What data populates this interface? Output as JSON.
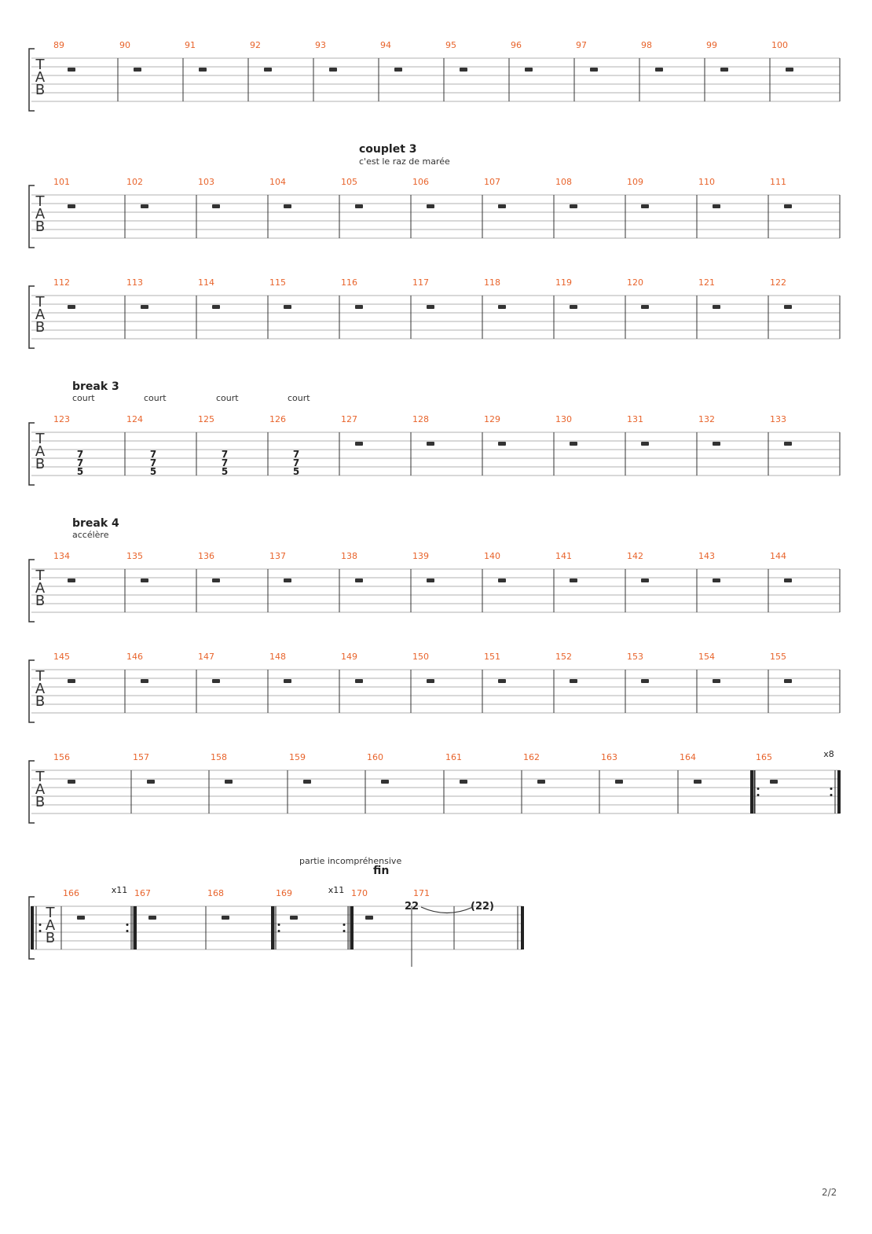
{
  "page_number": "2/2",
  "sections": [
    {
      "title": "couplet 3",
      "subtitle": "c'est le raz de marée"
    },
    {
      "title": "break 3",
      "subtitle": ""
    },
    {
      "title": "break 4",
      "subtitle": "accélère"
    },
    {
      "title": "fin",
      "subtitle": "partie incompréhensive"
    }
  ],
  "annotations": {
    "break3_texts": [
      "court",
      "court",
      "court",
      "court"
    ]
  },
  "repeats": {
    "m165": "x8",
    "m166": "x11",
    "m169": "x11"
  },
  "tab_label": [
    "T",
    "A",
    "B"
  ],
  "colors": {
    "measure_number": "#e8642c",
    "staff_line": "#999999",
    "bar_line": "#333333",
    "rest": "#333333"
  },
  "systems": [
    {
      "measures": [
        {
          "number": "89",
          "content": "rest"
        },
        {
          "number": "90",
          "content": "rest"
        },
        {
          "number": "91",
          "content": "rest"
        },
        {
          "number": "92",
          "content": "rest"
        },
        {
          "number": "93",
          "content": "rest"
        },
        {
          "number": "94",
          "content": "rest"
        },
        {
          "number": "95",
          "content": "rest"
        },
        {
          "number": "96",
          "content": "rest"
        },
        {
          "number": "97",
          "content": "rest"
        },
        {
          "number": "98",
          "content": "rest"
        },
        {
          "number": "99",
          "content": "rest"
        },
        {
          "number": "100",
          "content": "rest"
        }
      ]
    },
    {
      "measures": [
        {
          "number": "101",
          "content": "rest"
        },
        {
          "number": "102",
          "content": "rest"
        },
        {
          "number": "103",
          "content": "rest"
        },
        {
          "number": "104",
          "content": "rest"
        },
        {
          "number": "105",
          "content": "rest"
        },
        {
          "number": "106",
          "content": "rest"
        },
        {
          "number": "107",
          "content": "rest"
        },
        {
          "number": "108",
          "content": "rest"
        },
        {
          "number": "109",
          "content": "rest"
        },
        {
          "number": "110",
          "content": "rest"
        },
        {
          "number": "111",
          "content": "rest"
        }
      ]
    },
    {
      "measures": [
        {
          "number": "112",
          "content": "rest"
        },
        {
          "number": "113",
          "content": "rest"
        },
        {
          "number": "114",
          "content": "rest"
        },
        {
          "number": "115",
          "content": "rest"
        },
        {
          "number": "116",
          "content": "rest"
        },
        {
          "number": "117",
          "content": "rest"
        },
        {
          "number": "118",
          "content": "rest"
        },
        {
          "number": "119",
          "content": "rest"
        },
        {
          "number": "120",
          "content": "rest"
        },
        {
          "number": "121",
          "content": "rest"
        },
        {
          "number": "122",
          "content": "rest"
        }
      ]
    },
    {
      "measures": [
        {
          "number": "123",
          "content": "chord",
          "frets": [
            "7",
            "7",
            "5"
          ]
        },
        {
          "number": "124",
          "content": "chord",
          "frets": [
            "7",
            "7",
            "5"
          ]
        },
        {
          "number": "125",
          "content": "chord",
          "frets": [
            "7",
            "7",
            "5"
          ]
        },
        {
          "number": "126",
          "content": "chord",
          "frets": [
            "7",
            "7",
            "5"
          ]
        },
        {
          "number": "127",
          "content": "rest"
        },
        {
          "number": "128",
          "content": "rest"
        },
        {
          "number": "129",
          "content": "rest"
        },
        {
          "number": "130",
          "content": "rest"
        },
        {
          "number": "131",
          "content": "rest"
        },
        {
          "number": "132",
          "content": "rest"
        },
        {
          "number": "133",
          "content": "rest"
        }
      ]
    },
    {
      "measures": [
        {
          "number": "134",
          "content": "rest"
        },
        {
          "number": "135",
          "content": "rest"
        },
        {
          "number": "136",
          "content": "rest"
        },
        {
          "number": "137",
          "content": "rest"
        },
        {
          "number": "138",
          "content": "rest"
        },
        {
          "number": "139",
          "content": "rest"
        },
        {
          "number": "140",
          "content": "rest"
        },
        {
          "number": "141",
          "content": "rest"
        },
        {
          "number": "142",
          "content": "rest"
        },
        {
          "number": "143",
          "content": "rest"
        },
        {
          "number": "144",
          "content": "rest"
        }
      ]
    },
    {
      "measures": [
        {
          "number": "145",
          "content": "rest"
        },
        {
          "number": "146",
          "content": "rest"
        },
        {
          "number": "147",
          "content": "rest"
        },
        {
          "number": "148",
          "content": "rest"
        },
        {
          "number": "149",
          "content": "rest"
        },
        {
          "number": "150",
          "content": "rest"
        },
        {
          "number": "151",
          "content": "rest"
        },
        {
          "number": "152",
          "content": "rest"
        },
        {
          "number": "153",
          "content": "rest"
        },
        {
          "number": "154",
          "content": "rest"
        },
        {
          "number": "155",
          "content": "rest"
        }
      ]
    },
    {
      "measures": [
        {
          "number": "156",
          "content": "rest"
        },
        {
          "number": "157",
          "content": "rest"
        },
        {
          "number": "158",
          "content": "rest"
        },
        {
          "number": "159",
          "content": "rest"
        },
        {
          "number": "160",
          "content": "rest"
        },
        {
          "number": "161",
          "content": "rest"
        },
        {
          "number": "162",
          "content": "rest"
        },
        {
          "number": "163",
          "content": "rest"
        },
        {
          "number": "164",
          "content": "rest"
        },
        {
          "number": "165",
          "content": "rest"
        }
      ]
    },
    {
      "measures": [
        {
          "number": "166",
          "content": "rest"
        },
        {
          "number": "167",
          "content": "rest"
        },
        {
          "number": "168",
          "content": "rest"
        },
        {
          "number": "169",
          "content": "rest"
        },
        {
          "number": "170",
          "content": "rest"
        },
        {
          "number": "171",
          "content": "tied_note",
          "fret": "22",
          "tied_fret": "(22)"
        }
      ]
    }
  ]
}
